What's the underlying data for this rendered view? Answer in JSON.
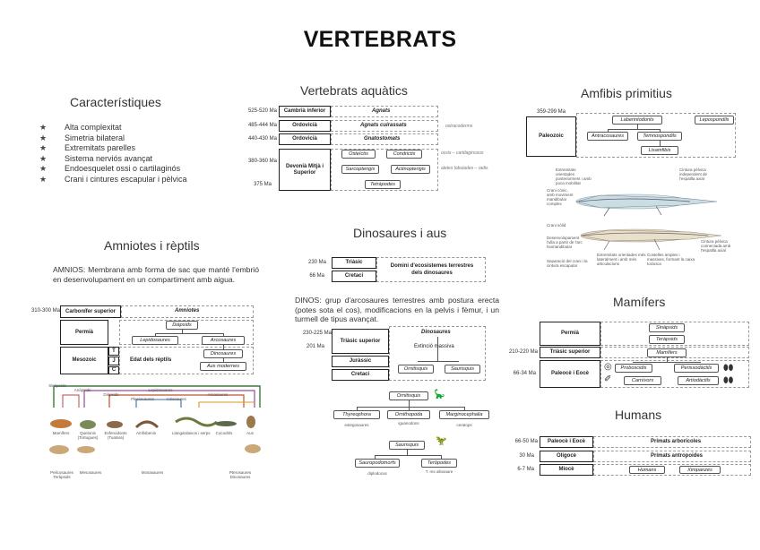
{
  "title": "VERTEBRATS",
  "caracteristiques": {
    "heading": "Característiques",
    "items": [
      "Alta complexitat",
      "Simetria bilateral",
      "Extremitats parelles",
      "Sistema nerviós avançat",
      "Endoesquelet ossi o cartilaginós",
      "Crani i cintures escapular i pèlvica"
    ]
  },
  "aquatics": {
    "heading": "Vertebrats aquàtics",
    "rows": [
      {
        "ma": "525-520 Ma",
        "period": "Cambrià inferior",
        "group": "Agnats"
      },
      {
        "ma": "485-444 Ma",
        "period": "Ordovicià",
        "group": "Agnats cuirassats"
      },
      {
        "ma": "440-430 Ma",
        "period": "Ordovicià",
        "group": "Gnatostomats"
      },
      {
        "ma": "380-360 Ma",
        "period": "Devonià Mitjà i Superior",
        "group": ""
      },
      {
        "ma": "375 Ma",
        "period": "",
        "group": ""
      }
    ],
    "boxes": [
      "Osteïctis",
      "Condrictis",
      "Sarcopterigis",
      "Actinopterigis",
      "Tetràpodes"
    ],
    "notes": [
      "ostracoderms",
      "ossis – cartilaginosos",
      "aletes lobulades – radis"
    ]
  },
  "amfibis": {
    "heading": "Amfibis primitius",
    "ma": "359-299 Ma",
    "period": "Paleozoic",
    "boxes": [
      "Laberintodonts",
      "Lepospondils",
      "Antracosaures",
      "Temnospondils",
      "Lisamfibis"
    ],
    "fig_labels": [
      "Extremitats orientades posteriorment i amb poca mobilitat",
      "Crani cònic, amb moviment mandibular complex",
      "Cintura pèlvica independent de l'espatlla axial",
      "Crani sòlid",
      "Desenvolupament l'ulla a partir de l'arc hiomandibular",
      "Separació del crani i la cintura escapular",
      "Extremitats orientades més lateralment i amb més articulacions",
      "Costelles amples i massives, formant la caixa toràcica",
      "Cintura pèlvica connectada amb l'espatlla axial"
    ]
  },
  "dinosaures": {
    "heading": "Dinosaures i aus",
    "rows": [
      {
        "ma": "230 Ma",
        "period": "Triàsic"
      },
      {
        "ma": "66 Ma",
        "period": "Cretaci"
      }
    ],
    "dominance": "Domini d'ecosistemes terrestres dels dinosaures",
    "text": "DINOS: grup d'arcosaures terrestres amb postura erecta (potes sota el cos), modificacions en la pelvis i fèmur, i un turmell de tipus avançat.",
    "rows2": [
      {
        "ma": "230-225 Ma",
        "period": "Triàsic superior"
      },
      {
        "ma": "201 Ma",
        "period": "Juràssic"
      },
      {
        "ma": "",
        "period": "Cretaci"
      }
    ],
    "dino_label": "Dinosaures",
    "extinction": "Extinció massiva",
    "boxes": [
      "Ornitisquis",
      "Saurisquis"
    ],
    "tree": {
      "ornitisquis": "Ornitisquis",
      "sub": [
        "Thyreophora",
        "Ornithopoda",
        "Marginocephalia"
      ],
      "sub_notes": [
        "estegosaures",
        "iguanodons",
        "ceratops"
      ],
      "saurisquis": "Saurisquis",
      "sub2": [
        "Sauropodomorfs",
        "Teròpodes"
      ],
      "sub2_notes": [
        "diplodocus",
        "T. rex allosaure"
      ]
    }
  },
  "amniotes": {
    "heading": "Amniotes i rèptils",
    "text": "AMNIOS: Membrana amb forma de sac que manté l'embrió en desenvolupament en un compartiment amb aigua.",
    "rows": [
      {
        "ma": "310-300 Ma",
        "period": "Carbonífer superior",
        "group": "Amniotes"
      },
      {
        "ma": "",
        "period": "Permià",
        "group": ""
      },
      {
        "ma": "",
        "period": "Mesozoic",
        "group": "Edat dels rèptils"
      }
    ],
    "meso": [
      "T",
      "J",
      "C"
    ],
    "boxes": [
      "Diàpsids",
      "Lepidosaures",
      "Arcosaures",
      "Dinosaures",
      "Aus modernes"
    ],
    "fig_labels": [
      "Sinàpsids",
      "Anàpsids",
      "Diàpsids",
      "Plesiosaures",
      "Ictiosaures",
      "Lepidosaures",
      "Arcosaures",
      "Mamífers",
      "Quelonis (Tortugues)",
      "Esfenodonts (Tuatara)",
      "Amfisbenis",
      "Llangardaixos i serps",
      "Cocodrils",
      "Aus",
      "Pelicosaures Teràpsids",
      "Mesosaures",
      "Mosasaures",
      "Pterosaures Dinosaures"
    ]
  },
  "mamifers": {
    "heading": "Mamífers",
    "rows": [
      {
        "ma": "",
        "period": "Permià"
      },
      {
        "ma": "210-220 Ma",
        "period": "Triàsic superior"
      },
      {
        "ma": "66-34 Ma",
        "period": "Paleocè i Eocè"
      }
    ],
    "boxes": [
      "Sinàpsids",
      "Teràpsids",
      "Mamífers",
      "Proboscidis",
      "Perissodàctils",
      "Carnívors",
      "Artiodàctils"
    ]
  },
  "humans": {
    "heading": "Humans",
    "rows": [
      {
        "ma": "66-50 Ma",
        "period": "Paleocè i Eocè",
        "value": "Primats arborícoles"
      },
      {
        "ma": "30 Ma",
        "period": "Oligocè",
        "value": "Primats antropoides"
      },
      {
        "ma": "6-7 Ma",
        "period": "Miocè",
        "value": ""
      }
    ],
    "boxes": [
      "Humans",
      "Ximpanzés"
    ]
  }
}
